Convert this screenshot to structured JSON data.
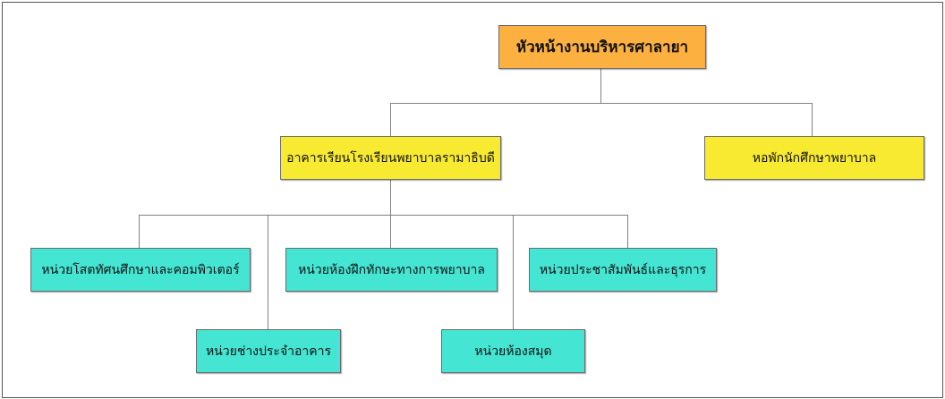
{
  "colors": {
    "root": "#fbb040",
    "level1": "#f7ea31",
    "level2": "#44e5d2",
    "connector": "#7f7f7f"
  },
  "root": {
    "label": "หัวหน้างานบริหารศาลายา"
  },
  "level1": [
    {
      "label": "อาคารเรียนโรงเรียนพยาบาลรามาธิบดี"
    },
    {
      "label": "หอพักนักศึกษาพยาบาล"
    }
  ],
  "level2": [
    {
      "label": "หน่วยโสตทัศนศึกษาและคอมพิวเตอร์"
    },
    {
      "label": "หน่วยช่างประจำอาคาร"
    },
    {
      "label": "หน่วยห้องฝึกทักษะทางการพยาบาล"
    },
    {
      "label": "หน่วยห้องสมุด"
    },
    {
      "label": "หน่วยประชาสัมพันธ์และธุรการ"
    }
  ]
}
